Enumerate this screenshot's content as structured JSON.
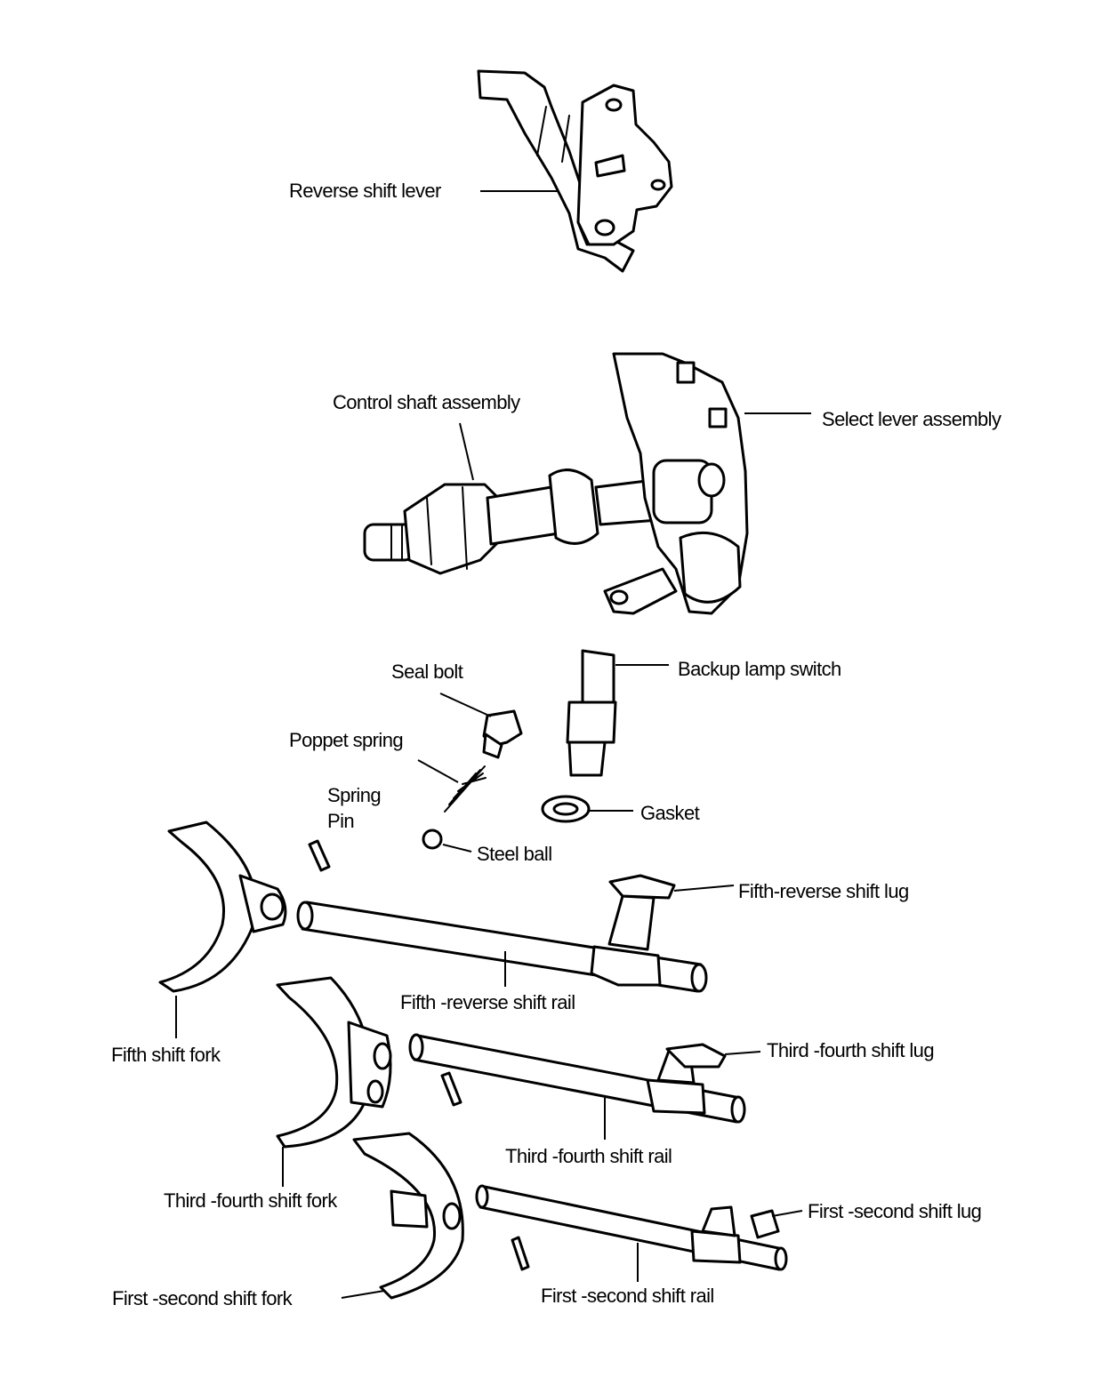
{
  "diagram": {
    "labels": {
      "reverse_shift_lever": "Reverse shift lever",
      "control_shaft_assembly": "Control shaft assembly",
      "select_lever_assembly": "Select lever assembly",
      "seal_bolt": "Seal bolt",
      "backup_lamp_switch": "Backup lamp switch",
      "poppet_spring": "Poppet spring",
      "spring_pin_line1": "Spring",
      "spring_pin_line2": "Pin",
      "gasket": "Gasket",
      "steel_ball": "Steel ball",
      "fifth_reverse_shift_lug": "Fifth-reverse shift lug",
      "fifth_reverse_shift_rail": "Fifth -reverse shift rail",
      "fifth_shift_fork": "Fifth shift fork",
      "third_fourth_shift_lug": "Third -fourth shift lug",
      "third_fourth_shift_rail": "Third -fourth shift rail",
      "third_fourth_shift_fork": "Third -fourth shift fork",
      "first_second_shift_lug": "First -second shift lug",
      "first_second_shift_fork": "First -second shift fork",
      "first_second_shift_rail": "First -second shift rail"
    }
  }
}
